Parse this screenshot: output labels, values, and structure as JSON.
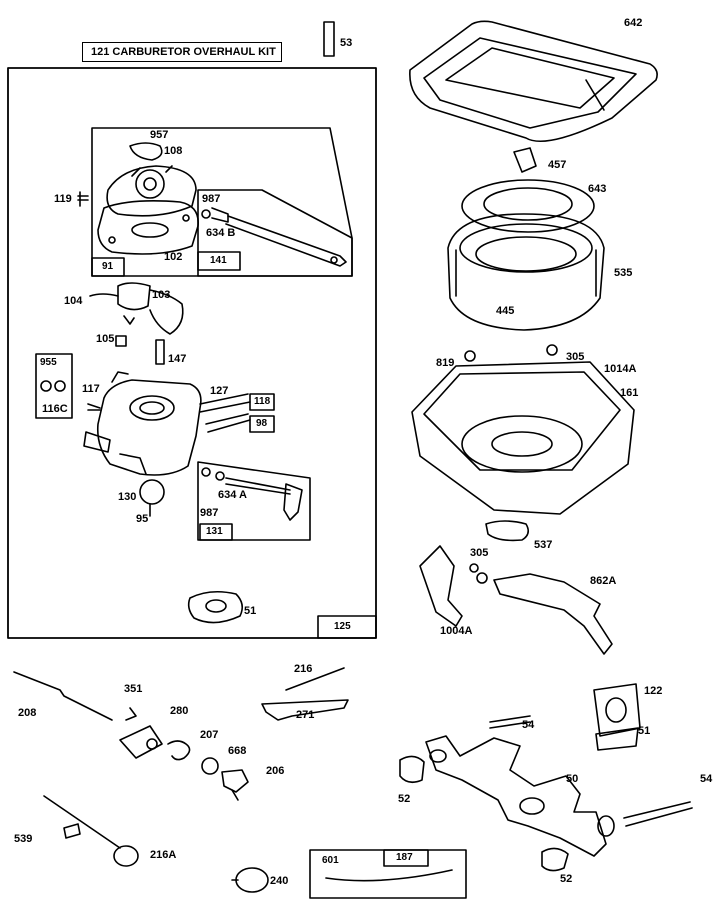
{
  "kit_title": "121  CARBURETOR OVERHAUL KIT",
  "labels": {
    "p642": "642",
    "p53": "53",
    "p457": "457",
    "p643": "643",
    "p535": "535",
    "p445": "445",
    "p819": "819",
    "p305a": "305",
    "p1014a": "1014A",
    "p161": "161",
    "p537": "537",
    "p305b": "305",
    "p862a": "862A",
    "p1004a": "1004A",
    "p957": "957",
    "p108": "108",
    "p119": "119",
    "p987a": "987",
    "p634b": "634 B",
    "p91": "91",
    "p102": "102",
    "p141": "141",
    "p104": "104",
    "p103": "103",
    "p105": "105",
    "p147": "147",
    "p955": "955",
    "p116c": "116C",
    "p117": "117",
    "p127": "127",
    "p118": "118",
    "p98": "98",
    "p130": "130",
    "p95": "95",
    "p634a": "634 A",
    "p987b": "987",
    "p131": "131",
    "p51a": "51",
    "p125": "125",
    "p208": "208",
    "p351": "351",
    "p280": "280",
    "p207": "207",
    "p668": "668",
    "p206": "206",
    "p216": "216",
    "p271": "271",
    "p122": "122",
    "p54a": "54",
    "p51b": "51",
    "p52a": "52",
    "p50": "50",
    "p54b": "54",
    "p52b": "52",
    "p539": "539",
    "p216a": "216A",
    "p240": "240",
    "p601": "601",
    "p187": "187"
  }
}
